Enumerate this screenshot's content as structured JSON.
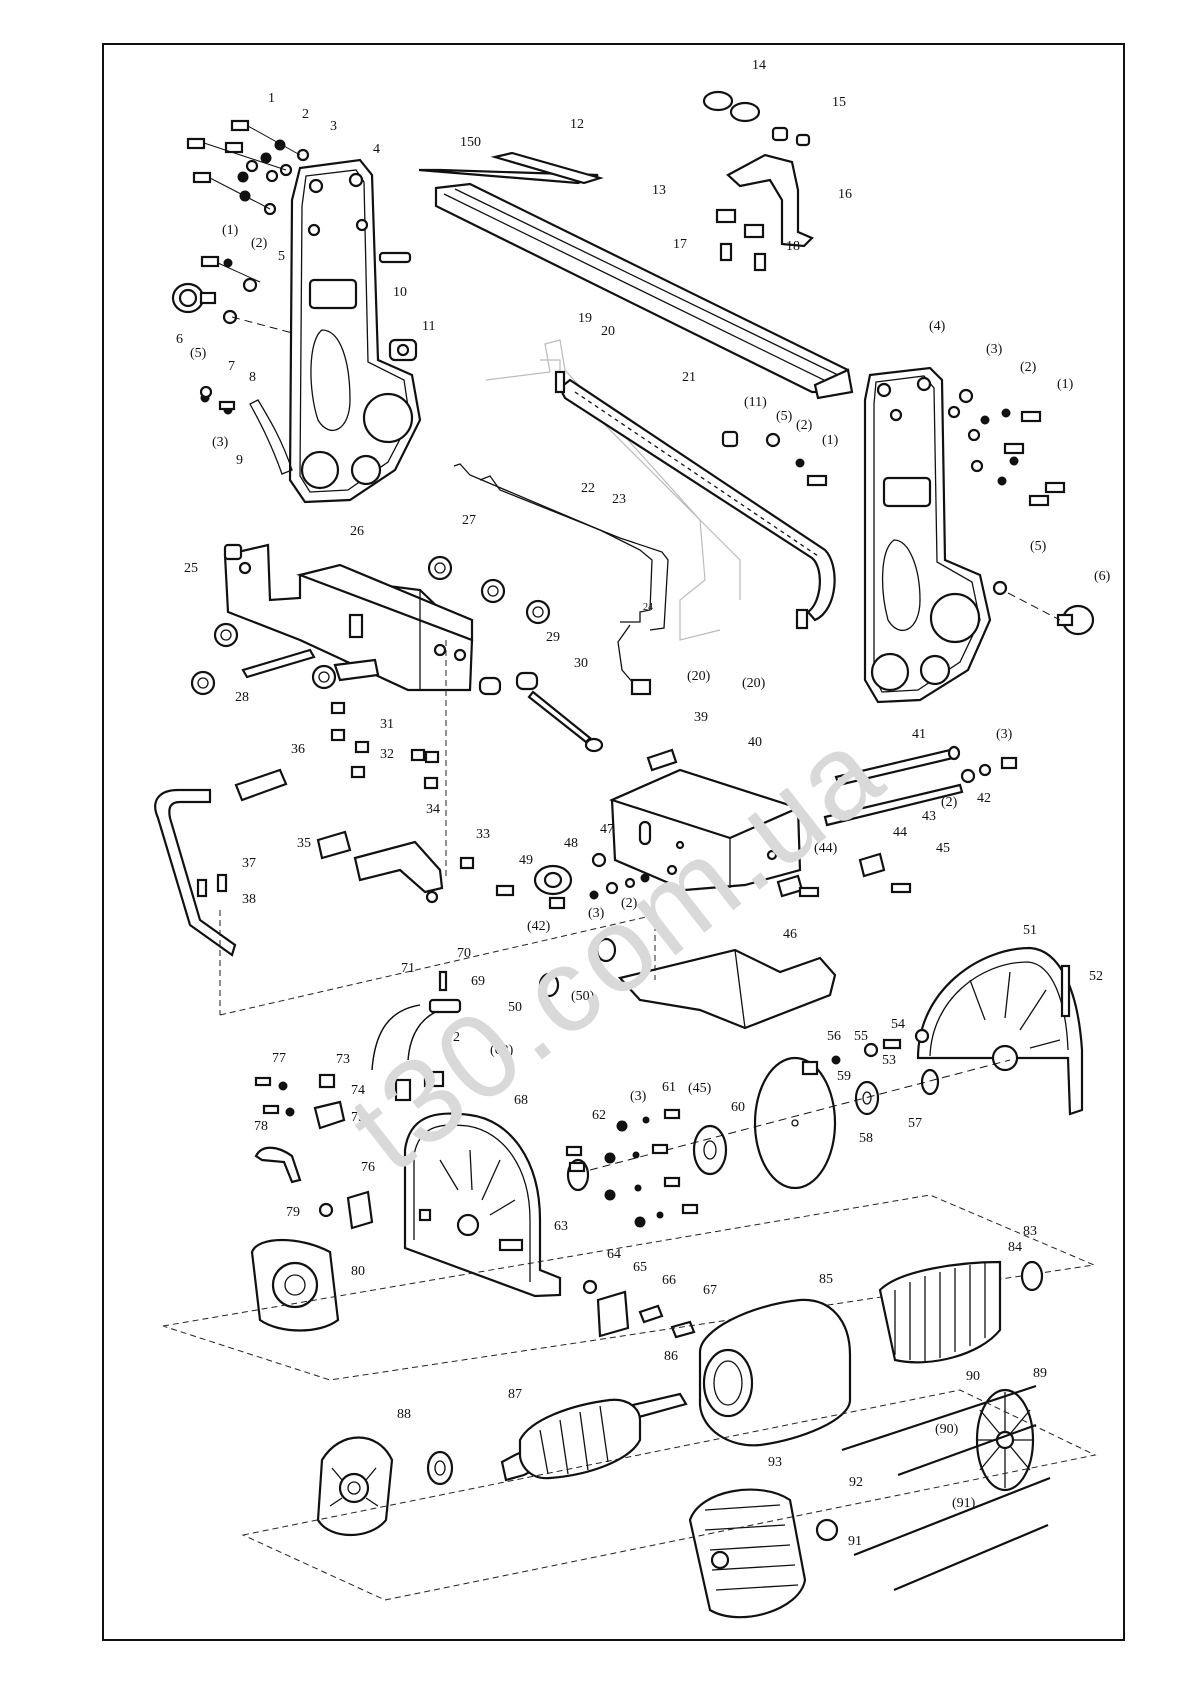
{
  "watermark": "t30.com.ua",
  "callouts": {
    "c1": "1",
    "c2": "2",
    "c3": "3",
    "c4": "4",
    "c5": "5",
    "c6": "6",
    "c7": "7",
    "c8": "8",
    "c9": "9",
    "c10": "10",
    "c11": "11",
    "c12": "12",
    "c13": "13",
    "c14": "14",
    "c15": "15",
    "c16": "16",
    "c17": "17",
    "c18": "18",
    "c19": "19",
    "c20": "20",
    "c21": "21",
    "c22": "22",
    "c23": "23",
    "c24": "24",
    "c25": "25",
    "c26": "26",
    "c27": "27",
    "c28": "28",
    "c29": "29",
    "c30": "30",
    "c31": "31",
    "c32": "32",
    "c33": "33",
    "c34": "34",
    "c35": "35",
    "c36": "36",
    "c37": "37",
    "c38": "38",
    "c39": "39",
    "c40": "40",
    "c41": "41",
    "c42": "42",
    "c43": "43",
    "c44": "44",
    "c45": "45",
    "c46": "46",
    "c47": "47",
    "c48": "48",
    "c49": "49",
    "c50": "50",
    "c51": "51",
    "c52": "52",
    "c53": "53",
    "c54": "54",
    "c55": "55",
    "c56": "56",
    "c57": "57",
    "c58": "58",
    "c59": "59",
    "c60": "60",
    "c61": "61",
    "c62": "62",
    "c63": "63",
    "c64": "64",
    "c65": "65",
    "c66": "66",
    "c67": "67",
    "c68": "68",
    "c69": "69",
    "c70": "70",
    "c71": "71",
    "c72": "72",
    "c73": "73",
    "c74": "74",
    "c75": "75",
    "c76": "76",
    "c77": "77",
    "c78": "78",
    "c79": "79",
    "c80": "80",
    "c83": "83",
    "c84": "84",
    "c85": "85",
    "c86": "86",
    "c87": "87",
    "c88": "88",
    "c89": "89",
    "c90": "90",
    "c91": "91",
    "c92": "92",
    "c93": "93",
    "c150": "150",
    "r1a": "(1)",
    "r1b": "(1)",
    "r1c": "(1)",
    "r2a": "(2)",
    "r2b": "(2)",
    "r2c": "(2)",
    "r2d": "(2)",
    "r2e": "(2)",
    "r3a": "(3)",
    "r3b": "(3)",
    "r3c": "(3)",
    "r3d": "(3)",
    "r3e": "(3)",
    "r4": "(4)",
    "r5a": "(5)",
    "r5b": "(5)",
    "r5c": "(5)",
    "r6": "(6)",
    "r11": "(11)",
    "r20a": "(20)",
    "r20b": "(20)",
    "r42": "(42)",
    "r44": "(44)",
    "r45": "(45)",
    "r50": "(50)",
    "r62": "(62)",
    "r90": "(90)",
    "r91": "(91)"
  }
}
